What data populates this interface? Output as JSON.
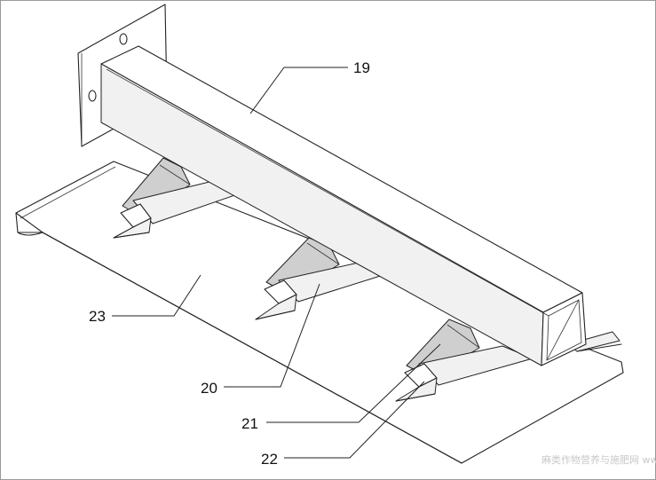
{
  "labels": {
    "part_19": "19",
    "part_20": "20",
    "part_21": "21",
    "part_22": "22",
    "part_23": "23"
  },
  "watermark": "麻类作物营养与施肥网 www.fibercrops.com"
}
